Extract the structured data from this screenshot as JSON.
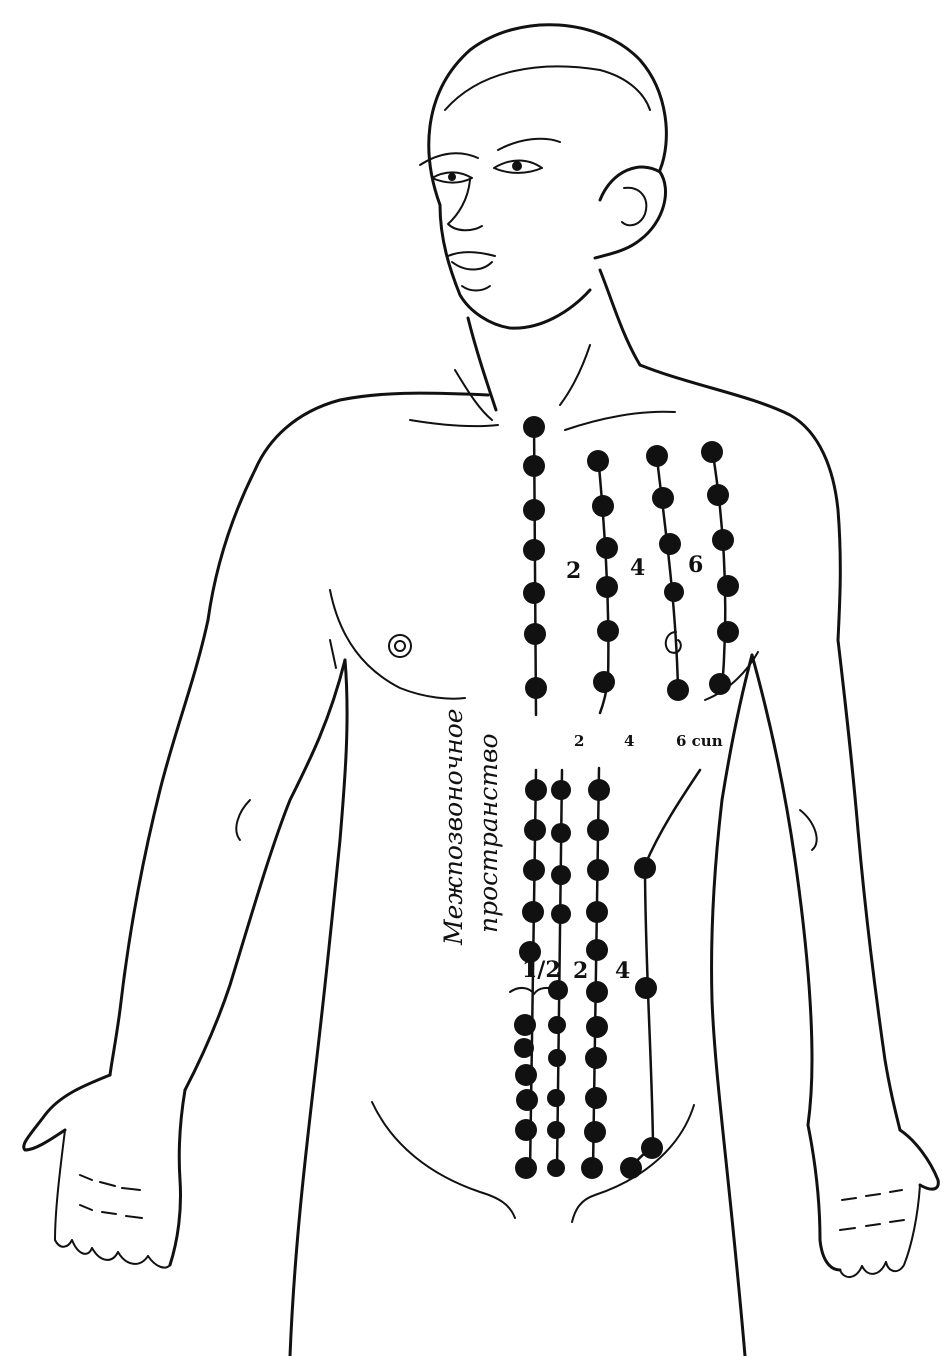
{
  "labels": {
    "upper_2": "2",
    "upper_4": "4",
    "upper_6": "6",
    "mid_2": "2",
    "mid_4": "4",
    "mid_6": "6 cun",
    "lower_half": "1/2",
    "lower_2": "2",
    "lower_4": "4",
    "vertical_line1": "Межпозвоночное",
    "vertical_line2": "пространство"
  },
  "colors": {
    "ink": "#111111",
    "background": "#ffffff"
  }
}
